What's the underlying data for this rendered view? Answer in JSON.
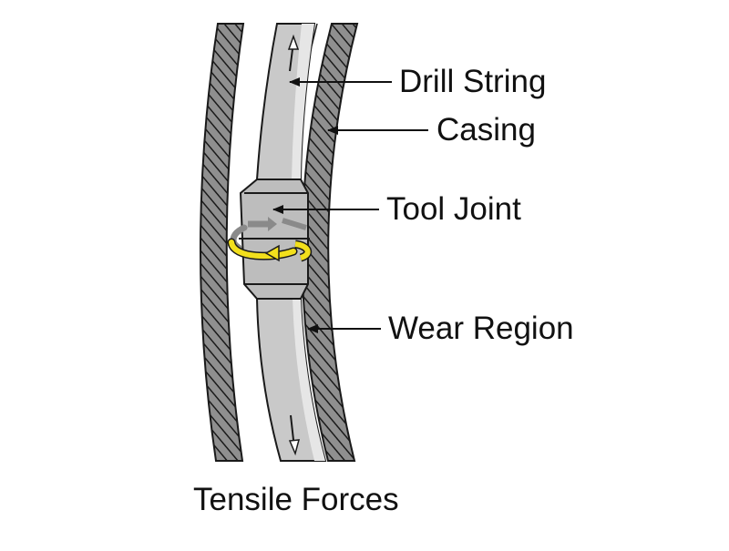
{
  "labels": {
    "drill_string": "Drill String",
    "casing": "Casing",
    "tool_joint": "Tool Joint",
    "wear_region": "Wear Region"
  },
  "caption": "Tensile Forces",
  "colors": {
    "casing_fill": "#8f8f8f",
    "casing_stroke": "#1a1a1a",
    "pipe_fill": "#c9c9c9",
    "tool_joint_fill": "#bdbdbd",
    "rotation_arrow_front": "#f2df1c",
    "rotation_arrow_back": "#8a8a8a",
    "leader_line": "#111111"
  },
  "icons": {
    "tension_up": "arrow-up-icon",
    "tension_down": "arrow-down-icon",
    "rotation": "rotation-arrow-icon"
  }
}
